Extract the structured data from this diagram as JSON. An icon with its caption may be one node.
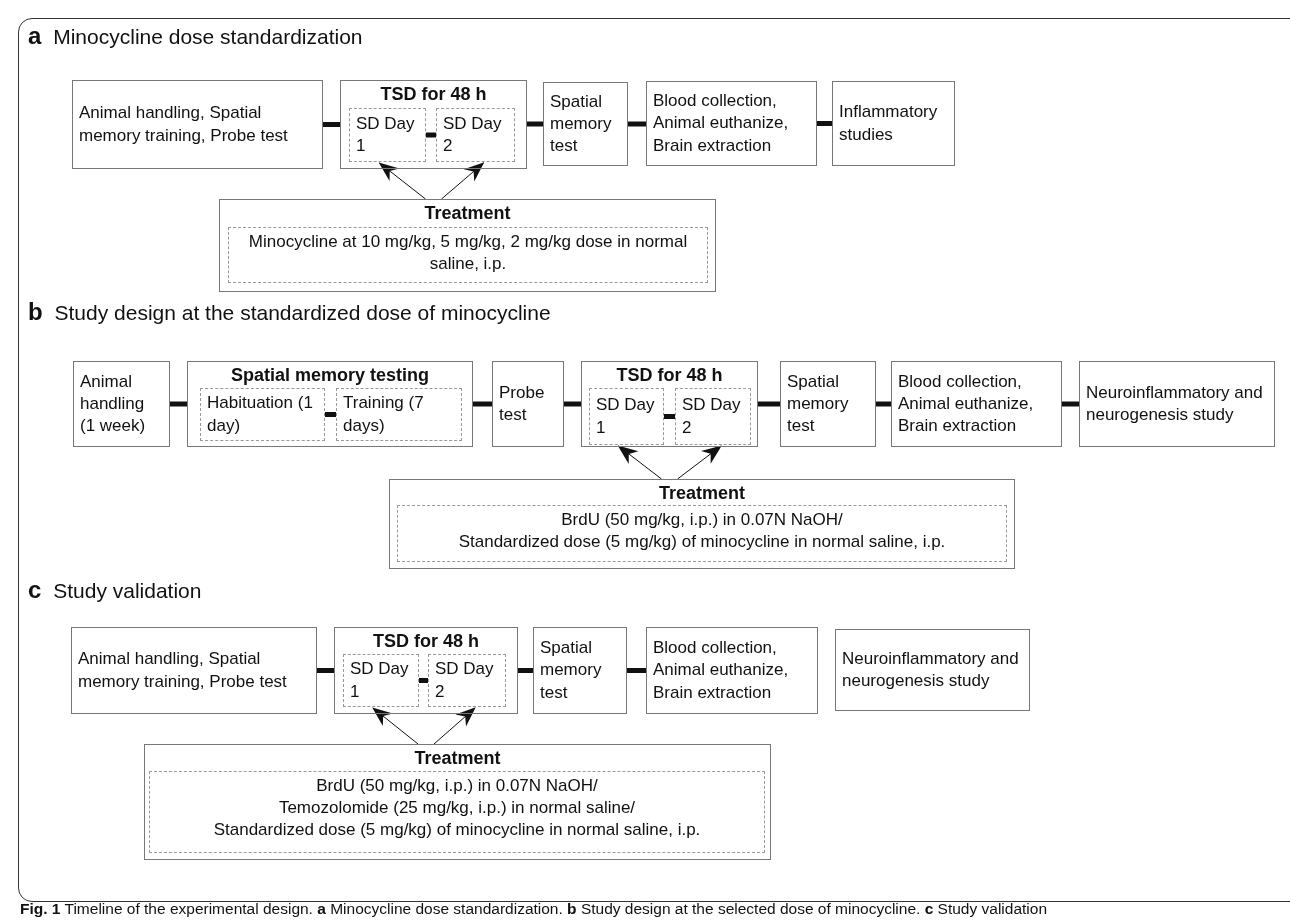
{
  "diagram": {
    "caption": "**Fig. 1** Timeline of the experimental design. **a** Minocycline dose standardization. **b** Study design at the selected dose of minocycline. **c** Study validation",
    "nodes": [
      {
        "text": [
          "Animal handling, Spatial memory training, Probe test"
        ]
      },
      {
        "text": [
          "TSD for 48 h"
        ]
      },
      {
        "text": [
          "SD Day 1"
        ],
        "in": 1
      },
      {
        "text": [
          "SD Day 2"
        ],
        "in": 1
      },
      {
        "text": [
          "Spatial memory test"
        ]
      },
      {
        "text": [
          "Blood collection, Animal euthanize, Brain extraction"
        ]
      },
      {
        "text": [
          "Inflammatory studies"
        ]
      },
      {
        "text": [
          "Treatment"
        ]
      },
      {
        "text": [
          "Minocycline at 10 mg/kg, 5 mg/kg, 2 mg/kg dose in normal saline, i.p."
        ],
        "in": 7
      },
      {
        "text": [
          "Animal handling (1 week)"
        ]
      },
      {
        "text": [
          "Spatial memory testing"
        ]
      },
      {
        "text": [
          "Habituation (1 day)"
        ],
        "in": 10
      },
      {
        "text": [
          "Training (7 days)"
        ],
        "in": 10
      },
      {
        "text": [
          "Probe test"
        ]
      },
      {
        "text": [
          "TSD for 48 h"
        ]
      },
      {
        "text": [
          "SD Day 1"
        ],
        "in": 14
      },
      {
        "text": [
          "SD Day 2"
        ],
        "in": 14
      },
      {
        "text": [
          "Spatial memory test"
        ]
      },
      {
        "text": [
          "Blood collection, Animal euthanize, Brain extraction"
        ]
      },
      {
        "text": [
          "Neuroinflammatory and neurogenesis study"
        ]
      },
      {
        "text": [
          "Treatment"
        ]
      },
      {
        "text": [
          "BrdU (50 mg/kg, i.p.) in 0.07N NaOH/",
          "Standardized dose (5 mg/kg) of minocycline in normal saline, i.p."
        ],
        "in": 20
      },
      {
        "text": [
          "Animal handling, Spatial memory training, Probe test"
        ]
      },
      {
        "text": [
          "TSD for 48 h"
        ]
      },
      {
        "text": [
          "SD Day 1"
        ],
        "in": 23
      },
      {
        "text": [
          "SD Day 2"
        ],
        "in": 23
      },
      {
        "text": [
          "Spatial memory test"
        ]
      },
      {
        "text": [
          "Blood collection, Animal euthanize, Brain extraction"
        ]
      },
      {
        "text": [
          "Neuroinflammatory and neurogenesis study"
        ]
      },
      {
        "text": [
          "Treatment"
        ]
      },
      {
        "text": [
          "BrdU (50 mg/kg, i.p.) in 0.07N NaOH/",
          "Temozolomide (25 mg/kg, i.p.) in normal saline/",
          "Standardized dose (5 mg/kg) of minocycline in normal saline, i.p."
        ],
        "in": 29
      }
    ],
    "edges": [
      {
        "from": 0,
        "to": 1,
        "arrow": "none"
      },
      {
        "from": 2,
        "to": 3,
        "arrow": "none"
      },
      {
        "from": 1,
        "to": 4,
        "arrow": "none"
      },
      {
        "from": 4,
        "to": 5,
        "arrow": "none"
      },
      {
        "from": 5,
        "to": 6,
        "arrow": "none"
      },
      {
        "from": 7,
        "to": 2,
        "arrow": "to"
      },
      {
        "from": 7,
        "to": 3,
        "arrow": "to"
      },
      {
        "from": 9,
        "to": 10,
        "arrow": "none"
      },
      {
        "from": 11,
        "to": 12,
        "arrow": "none"
      },
      {
        "from": 10,
        "to": 13,
        "arrow": "none"
      },
      {
        "from": 13,
        "to": 14,
        "arrow": "none"
      },
      {
        "from": 15,
        "to": 16,
        "arrow": "none"
      },
      {
        "from": 14,
        "to": 17,
        "arrow": "none"
      },
      {
        "from": 17,
        "to": 18,
        "arrow": "none"
      },
      {
        "from": 18,
        "to": 19,
        "arrow": "none"
      },
      {
        "from": 20,
        "to": 15,
        "arrow": "to"
      },
      {
        "from": 20,
        "to": 16,
        "arrow": "to"
      },
      {
        "from": 22,
        "to": 23,
        "arrow": "none"
      },
      {
        "from": 24,
        "to": 25,
        "arrow": "none"
      },
      {
        "from": 23,
        "to": 26,
        "arrow": "none"
      },
      {
        "from": 26,
        "to": 27,
        "arrow": "none"
      },
      {
        "from": 29,
        "to": 24,
        "arrow": "to"
      },
      {
        "from": 29,
        "to": 25,
        "arrow": "to"
      }
    ],
    "labels": [
      "**a** Minocycline dose standardization",
      "**b** Study design at the standardized dose of minocycline",
      "**c** Study validation"
    ]
  }
}
